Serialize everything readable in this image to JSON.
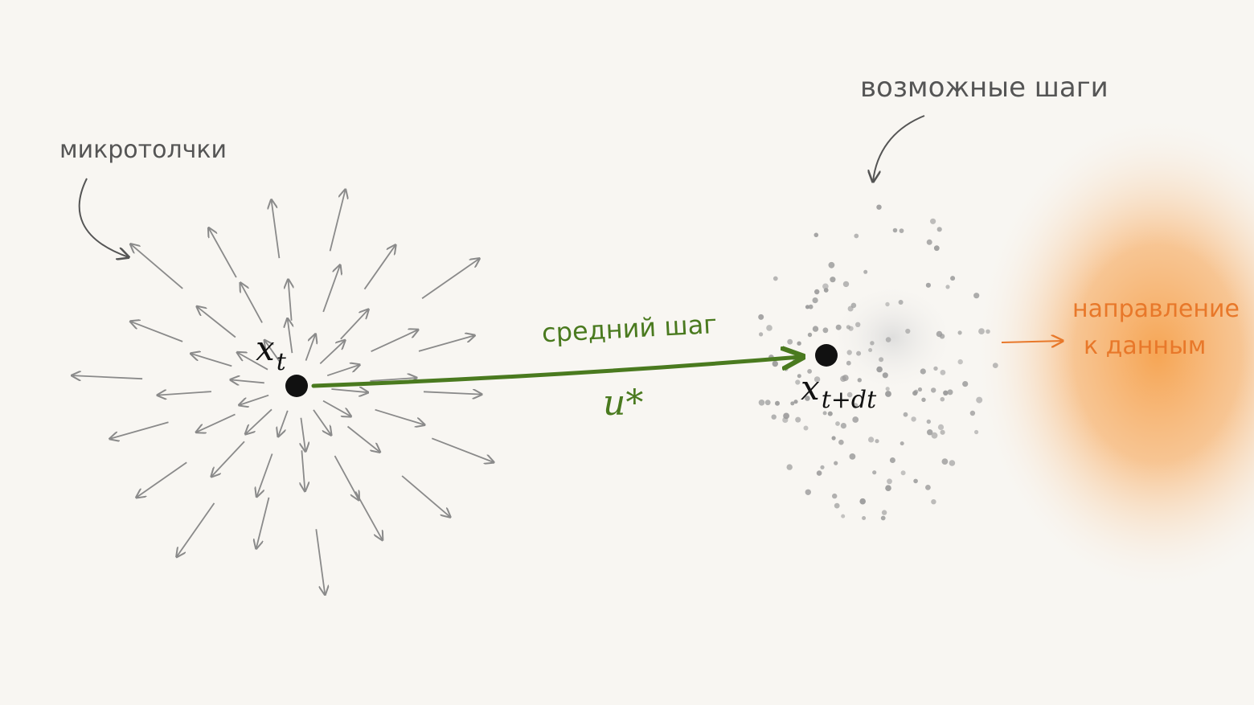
{
  "labels": {
    "micro_kicks": "микротолчки",
    "possible_steps": "возможные шаги",
    "mean_step": "средний шаг",
    "u_star": "u*",
    "x_t_base": "x",
    "x_t_sub": "t",
    "x_tdt_base": "x",
    "x_tdt_sub": "t+dt",
    "direction_line1": "направление",
    "direction_line2": "к данным"
  },
  "colors": {
    "background": "#f8f6f2",
    "kick_arrows": "#8a8a8a",
    "mean_step": "#4a7a1f",
    "direction": "#e8782a",
    "data_glow": "#f6a14c",
    "points": "#111111",
    "annotation": "#555555",
    "cloud_dots": "#9a9a9a"
  },
  "icons": {
    "start_point": "filled-circle",
    "end_point": "filled-circle",
    "annotation_pointer": "curved-arrow"
  }
}
